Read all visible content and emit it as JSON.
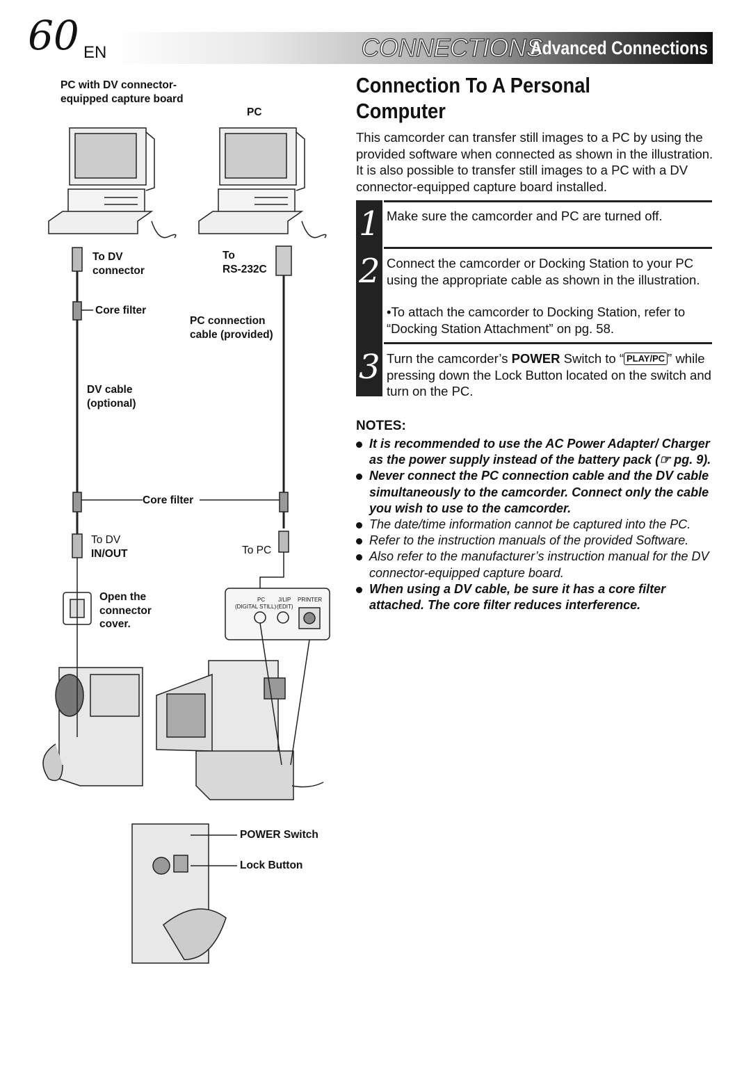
{
  "header": {
    "page_number": "60",
    "lang": "EN",
    "section": "CONNECTIONS",
    "subsection": "Advanced Connections"
  },
  "diagram": {
    "pc_with_dv": "PC with DV connector-equipped capture board",
    "pc": "PC",
    "to_dv_connector": "To DV connector",
    "to_rs232c_1": "To",
    "to_rs232c_2": "RS-232C",
    "core_filter_1": "Core filter",
    "pc_connection_cable": "PC connection cable (provided)",
    "dv_cable": "DV cable (optional)",
    "core_filter_2": "Core filter",
    "to_dv_inout_1": "To DV",
    "to_dv_inout_2": "IN/OUT",
    "to_pc": "To PC",
    "open_cover": "Open the connector cover.",
    "panel_pc": "PC",
    "panel_digital_still": "(DIGITAL STILL)",
    "panel_jlip": "J/LIP",
    "panel_edit": "(EDIT)",
    "panel_printer": "PRINTER",
    "power_switch": "POWER Switch",
    "lock_button": "Lock Button"
  },
  "main": {
    "heading": "Connection To A Personal Computer",
    "intro": "This camcorder can transfer still images to a PC by using the provided software when connected as shown in the illustration. It is also possible to transfer still images to a PC with a DV connector-equipped capture board installed.",
    "steps": [
      {
        "num": "1",
        "text": "Make sure the camcorder and PC are turned off."
      },
      {
        "num": "2",
        "text": "Connect the camcorder or Docking Station to your PC using the appropriate cable as shown in the illustration.",
        "sub": "•To attach the camcorder to Docking Station, refer to “Docking Station Attachment” on pg. 58."
      },
      {
        "num": "3",
        "text_a": "Turn the camcorder’s ",
        "text_bold": "POWER",
        "text_b": " Switch to “",
        "badge": "PLAY/PC",
        "text_c": "” while pressing down the Lock Button located on the switch and turn on the PC."
      }
    ],
    "notes_heading": "NOTES:",
    "notes": [
      "It is recommended to use the AC Power Adapter/ Charger as the power supply instead of the battery pack (☞ pg. 9).",
      "Never connect the PC connection cable and the DV cable simultaneously to the camcorder. Connect only the cable you wish to use to the camcorder.",
      "The date/time information cannot be captured into the PC.",
      "Refer to the instruction manuals of the provided Software.",
      "Also refer to the manufacturer’s instruction manual for the DV connector-equipped capture board.",
      "When using a DV cable, be sure it has a core filter attached. The core filter reduces interference."
    ]
  }
}
